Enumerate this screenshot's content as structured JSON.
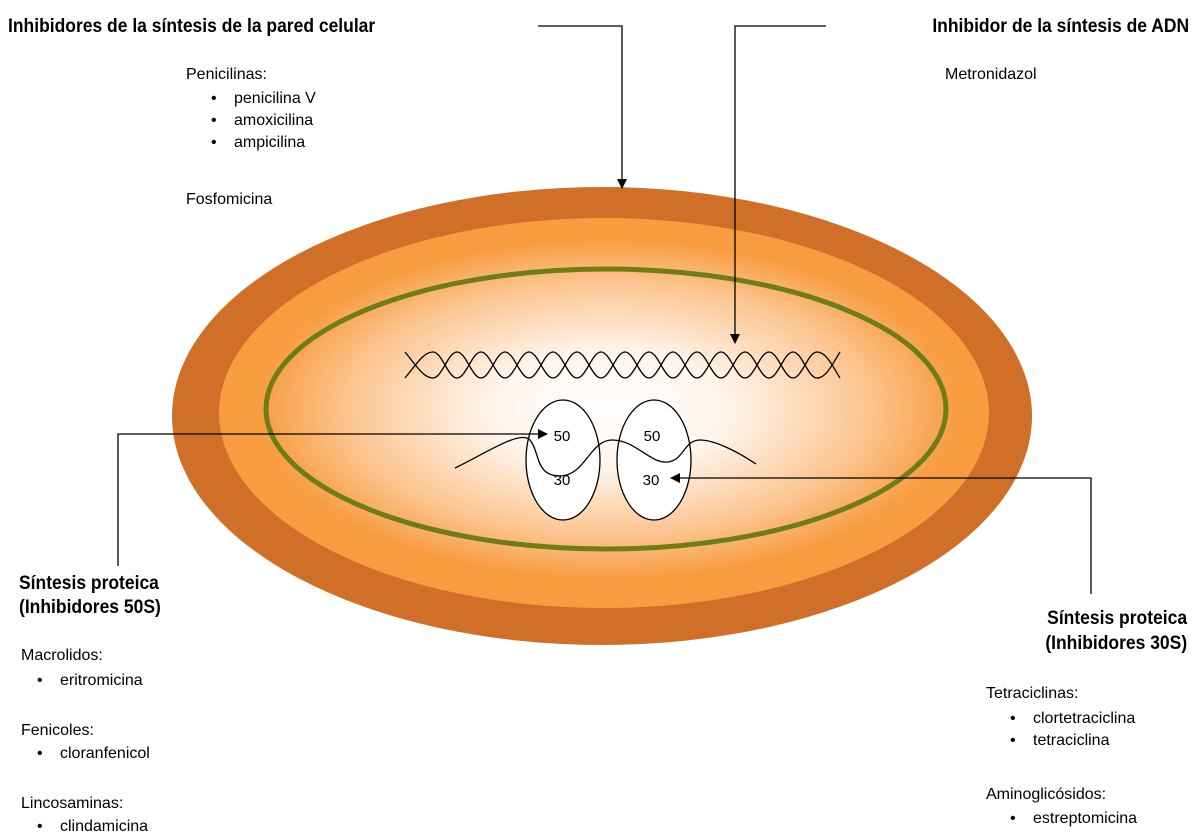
{
  "cell_wall": {
    "heading": "Inhibidores de la síntesis de la pared celular",
    "groups": [
      {
        "title": "Penicilinas:",
        "items": [
          "penicilina V",
          "amoxicilina",
          "ampicilina"
        ]
      },
      {
        "title": "Fosfomicina",
        "items": []
      }
    ]
  },
  "dna": {
    "heading": "Inhibidor de la síntesis de ADN",
    "groups": [
      {
        "title": "Metronidazol",
        "items": []
      }
    ]
  },
  "protein_50s": {
    "heading_line1": "Síntesis proteica",
    "heading_line2": "(Inhibidores 50S)",
    "groups": [
      {
        "title": "Macrolidos:",
        "items": [
          "eritromicina"
        ]
      },
      {
        "title": "Fenicoles:",
        "items": [
          "cloranfenicol"
        ]
      },
      {
        "title": "Lincosaminas:",
        "items": [
          "clindamicina"
        ]
      }
    ]
  },
  "protein_30s": {
    "heading_line1": "Síntesis proteica",
    "heading_line2": "(Inhibidores 30S)",
    "groups": [
      {
        "title": "Tetraciclinas:",
        "items": [
          "clortetraciclina",
          "tetraciclina"
        ]
      },
      {
        "title": "Aminoglicósidos:",
        "items": [
          "estreptomicina"
        ]
      }
    ]
  },
  "ribosomes": {
    "left": {
      "large": "50",
      "small": "30"
    },
    "right": {
      "large": "50",
      "small": "30"
    }
  },
  "colors": {
    "outer_wall": "#d07028",
    "inner_orange": "#f89c40",
    "membrane": "#6e7d16",
    "cytoplasm_center": "#ffffff",
    "arrows": "#000000"
  }
}
